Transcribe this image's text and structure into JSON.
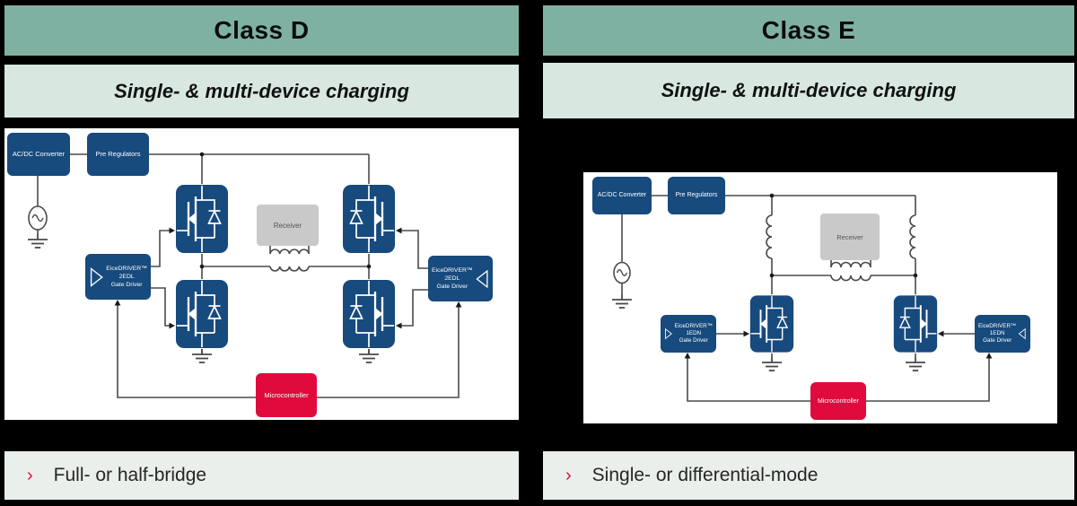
{
  "colors": {
    "header_teal": "#7fb1a3",
    "subtitle_mint": "#d8e8e0",
    "footer_bg": "#e9efea",
    "box_navy": "#174a7d",
    "accent_red": "#e00a3c",
    "wire_gray": "#4a4a4a",
    "receiver_gray": "#c9c9c9",
    "background": "#000000"
  },
  "panel_d": {
    "title": "Class D",
    "subtitle": "Single- & multi-device charging",
    "footer_bullet": "›",
    "footer_text": "Full- or half-bridge",
    "acdc": "AC/DC Converter",
    "prereg": "Pre Regulators",
    "receiver": "Receiver",
    "micro": "Microcontroller",
    "driver_name": "EiceDRIVER™",
    "driver_part": "2EDL",
    "driver_role": "Gate Driver"
  },
  "panel_e": {
    "title": "Class E",
    "subtitle": "Single- & multi-device charging",
    "footer_bullet": "›",
    "footer_text": "Single- or differential-mode",
    "acdc": "AC/DC Converter",
    "prereg": "Pre Regulators",
    "receiver": "Receiver",
    "micro": "Microcontroller",
    "driver_name": "EiceDRIVER™",
    "driver_part": "1EDN",
    "driver_role": "Gate Driver"
  }
}
